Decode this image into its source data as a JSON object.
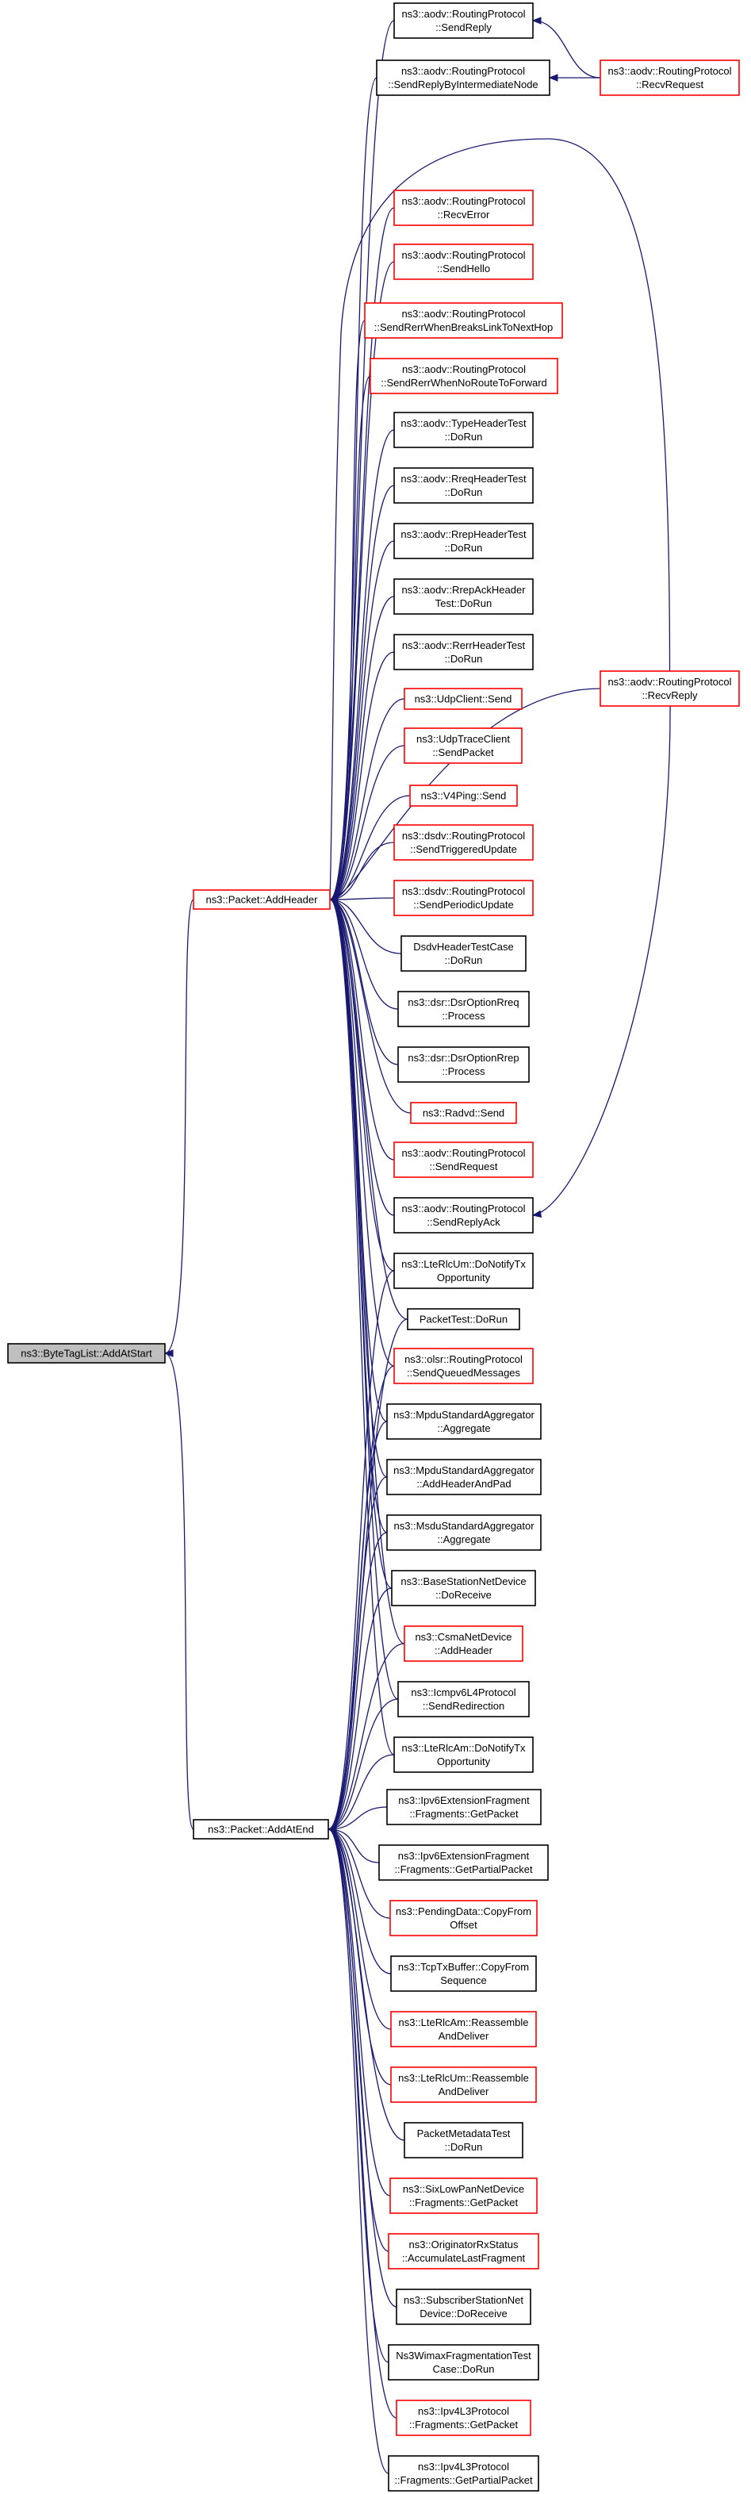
{
  "colors": {
    "node_black": "#000000",
    "node_red": "#ff0000",
    "root_fill": "#bfbfbf",
    "edge": "#191970"
  },
  "nodes": [
    {
      "id": "root",
      "lines": [
        "ns3::ByteTagList::AddAtStart"
      ],
      "border": "gray"
    },
    {
      "id": "addheader",
      "lines": [
        "ns3::Packet::AddHeader"
      ],
      "border": "red"
    },
    {
      "id": "addatend",
      "lines": [
        "ns3::Packet::AddAtEnd"
      ],
      "border": "black"
    },
    {
      "id": "sendreply",
      "lines": [
        "ns3::aodv::RoutingProtocol",
        "::SendReply"
      ],
      "border": "black"
    },
    {
      "id": "sendreplyintermediate",
      "lines": [
        "ns3::aodv::RoutingProtocol",
        "::SendReplyByIntermediateNode"
      ],
      "border": "black"
    },
    {
      "id": "recvrequest",
      "lines": [
        "ns3::aodv::RoutingProtocol",
        "::RecvRequest"
      ],
      "border": "red"
    },
    {
      "id": "recverror",
      "lines": [
        "ns3::aodv::RoutingProtocol",
        "::RecvError"
      ],
      "border": "red"
    },
    {
      "id": "sendhello",
      "lines": [
        "ns3::aodv::RoutingProtocol",
        "::SendHello"
      ],
      "border": "red"
    },
    {
      "id": "sendrerrbreaks",
      "lines": [
        "ns3::aodv::RoutingProtocol",
        "::SendRerrWhenBreaksLinkToNextHop"
      ],
      "border": "red"
    },
    {
      "id": "sendrerrnoroute",
      "lines": [
        "ns3::aodv::RoutingProtocol",
        "::SendRerrWhenNoRouteToForward"
      ],
      "border": "red"
    },
    {
      "id": "typeheadertest",
      "lines": [
        "ns3::aodv::TypeHeaderTest",
        "::DoRun"
      ],
      "border": "black"
    },
    {
      "id": "rreqheadertest",
      "lines": [
        "ns3::aodv::RreqHeaderTest",
        "::DoRun"
      ],
      "border": "black"
    },
    {
      "id": "rrepheadertest",
      "lines": [
        "ns3::aodv::RrepHeaderTest",
        "::DoRun"
      ],
      "border": "black"
    },
    {
      "id": "rrepackheadertest",
      "lines": [
        "ns3::aodv::RrepAckHeader",
        "Test::DoRun"
      ],
      "border": "black"
    },
    {
      "id": "rerrheadertest",
      "lines": [
        "ns3::aodv::RerrHeaderTest",
        "::DoRun"
      ],
      "border": "black"
    },
    {
      "id": "udpclientsend",
      "lines": [
        "ns3::UdpClient::Send"
      ],
      "border": "red"
    },
    {
      "id": "udptraceclient",
      "lines": [
        "ns3::UdpTraceClient",
        "::SendPacket"
      ],
      "border": "red"
    },
    {
      "id": "v4pingsend",
      "lines": [
        "ns3::V4Ping::Send"
      ],
      "border": "red"
    },
    {
      "id": "dsdvtriggered",
      "lines": [
        "ns3::dsdv::RoutingProtocol",
        "::SendTriggeredUpdate"
      ],
      "border": "red"
    },
    {
      "id": "dsdvperiodic",
      "lines": [
        "ns3::dsdv::RoutingProtocol",
        "::SendPeriodicUpdate"
      ],
      "border": "red"
    },
    {
      "id": "dsdvheadertest",
      "lines": [
        "DsdvHeaderTestCase",
        "::DoRun"
      ],
      "border": "black"
    },
    {
      "id": "dsroptionrreq",
      "lines": [
        "ns3::dsr::DsrOptionRreq",
        "::Process"
      ],
      "border": "black"
    },
    {
      "id": "dsroptionrrep",
      "lines": [
        "ns3::dsr::DsrOptionRrep",
        "::Process"
      ],
      "border": "black"
    },
    {
      "id": "radvdsend",
      "lines": [
        "ns3::Radvd::Send"
      ],
      "border": "red"
    },
    {
      "id": "sendrequest",
      "lines": [
        "ns3::aodv::RoutingProtocol",
        "::SendRequest"
      ],
      "border": "red"
    },
    {
      "id": "sendreplyack",
      "lines": [
        "ns3::aodv::RoutingProtocol",
        "::SendReplyAck"
      ],
      "border": "black"
    },
    {
      "id": "recvreply",
      "lines": [
        "ns3::aodv::RoutingProtocol",
        "::RecvReply"
      ],
      "border": "red"
    },
    {
      "id": "lterlcumnotify",
      "lines": [
        "ns3::LteRlcUm::DoNotifyTx",
        "Opportunity"
      ],
      "border": "black"
    },
    {
      "id": "packettest",
      "lines": [
        "PacketTest::DoRun"
      ],
      "border": "black"
    },
    {
      "id": "olsrsendqueued",
      "lines": [
        "ns3::olsr::RoutingProtocol",
        "::SendQueuedMessages"
      ],
      "border": "red"
    },
    {
      "id": "mpduaggregate",
      "lines": [
        "ns3::MpduStandardAggregator",
        "::Aggregate"
      ],
      "border": "black"
    },
    {
      "id": "mpduaddheaderpad",
      "lines": [
        "ns3::MpduStandardAggregator",
        "::AddHeaderAndPad"
      ],
      "border": "black"
    },
    {
      "id": "msduaggregate",
      "lines": [
        "ns3::MsduStandardAggregator",
        "::Aggregate"
      ],
      "border": "black"
    },
    {
      "id": "basestationreceive",
      "lines": [
        "ns3::BaseStationNetDevice",
        "::DoReceive"
      ],
      "border": "black"
    },
    {
      "id": "csmaaddheader",
      "lines": [
        "ns3::CsmaNetDevice",
        "::AddHeader"
      ],
      "border": "red"
    },
    {
      "id": "icmpv6redirect",
      "lines": [
        "ns3::Icmpv6L4Protocol",
        "::SendRedirection"
      ],
      "border": "black"
    },
    {
      "id": "lterlcamnotify",
      "lines": [
        "ns3::LteRlcAm::DoNotifyTx",
        "Opportunity"
      ],
      "border": "black"
    },
    {
      "id": "ipv6fraggetpacket",
      "lines": [
        "ns3::Ipv6ExtensionFragment",
        "::Fragments::GetPacket"
      ],
      "border": "black"
    },
    {
      "id": "ipv6fraggetpartial",
      "lines": [
        "ns3::Ipv6ExtensionFragment",
        "::Fragments::GetPartialPacket"
      ],
      "border": "black"
    },
    {
      "id": "pendingdatacopy",
      "lines": [
        "ns3::PendingData::CopyFrom",
        "Offset"
      ],
      "border": "red"
    },
    {
      "id": "tcptxbuffercopy",
      "lines": [
        "ns3::TcpTxBuffer::CopyFrom",
        "Sequence"
      ],
      "border": "black"
    },
    {
      "id": "lterlcamreassemble",
      "lines": [
        "ns3::LteRlcAm::Reassemble",
        "AndDeliver"
      ],
      "border": "red"
    },
    {
      "id": "lterlcumreassemble",
      "lines": [
        "ns3::LteRlcUm::Reassemble",
        "AndDeliver"
      ],
      "border": "red"
    },
    {
      "id": "packetmetadatatest",
      "lines": [
        "PacketMetadataTest",
        "::DoRun"
      ],
      "border": "black"
    },
    {
      "id": "sixlowpangetpacket",
      "lines": [
        "ns3::SixLowPanNetDevice",
        "::Fragments::GetPacket"
      ],
      "border": "red"
    },
    {
      "id": "originatorrxstatus",
      "lines": [
        "ns3::OriginatorRxStatus",
        "::AccumulateLastFragment"
      ],
      "border": "red"
    },
    {
      "id": "subscriberreceive",
      "lines": [
        "ns3::SubscriberStationNet",
        "Device::DoReceive"
      ],
      "border": "black"
    },
    {
      "id": "wimaxfragtest",
      "lines": [
        "Ns3WimaxFragmentationTest",
        "Case::DoRun"
      ],
      "border": "black"
    },
    {
      "id": "ipv4l3getpacket",
      "lines": [
        "ns3::Ipv4L3Protocol",
        "::Fragments::GetPacket"
      ],
      "border": "red"
    },
    {
      "id": "ipv4l3getpartial",
      "lines": [
        "ns3::Ipv4L3Protocol",
        "::Fragments::GetPartialPacket"
      ],
      "border": "black"
    }
  ],
  "edges": [
    {
      "from": "addheader",
      "to": "root"
    },
    {
      "from": "addatend",
      "to": "root"
    },
    {
      "from": "sendreply",
      "to": "addheader"
    },
    {
      "from": "sendreplyintermediate",
      "to": "addheader"
    },
    {
      "from": "recvreply",
      "to": "addheader"
    },
    {
      "from": "recverror",
      "to": "addheader"
    },
    {
      "from": "sendhello",
      "to": "addheader"
    },
    {
      "from": "sendrerrbreaks",
      "to": "addheader"
    },
    {
      "from": "sendrerrnoroute",
      "to": "addheader"
    },
    {
      "from": "typeheadertest",
      "to": "addheader"
    },
    {
      "from": "rreqheadertest",
      "to": "addheader"
    },
    {
      "from": "rrepheadertest",
      "to": "addheader"
    },
    {
      "from": "rrepackheadertest",
      "to": "addheader"
    },
    {
      "from": "rerrheadertest",
      "to": "addheader"
    },
    {
      "from": "udpclientsend",
      "to": "addheader"
    },
    {
      "from": "udptraceclient",
      "to": "addheader"
    },
    {
      "from": "v4pingsend",
      "to": "addheader"
    },
    {
      "from": "dsdvtriggered",
      "to": "addheader"
    },
    {
      "from": "dsdvperiodic",
      "to": "addheader"
    },
    {
      "from": "dsdvheadertest",
      "to": "addheader"
    },
    {
      "from": "dsroptionrreq",
      "to": "addheader"
    },
    {
      "from": "dsroptionrrep",
      "to": "addheader"
    },
    {
      "from": "radvdsend",
      "to": "addheader"
    },
    {
      "from": "sendrequest",
      "to": "addheader"
    },
    {
      "from": "sendreplyack",
      "to": "addheader"
    },
    {
      "from": "lterlcumnotify",
      "to": "addheader"
    },
    {
      "from": "packettest",
      "to": "addheader"
    },
    {
      "from": "olsrsendqueued",
      "to": "addheader"
    },
    {
      "from": "mpduaggregate",
      "to": "addheader"
    },
    {
      "from": "mpduaddheaderpad",
      "to": "addheader"
    },
    {
      "from": "msduaggregate",
      "to": "addheader"
    },
    {
      "from": "basestationreceive",
      "to": "addheader"
    },
    {
      "from": "csmaaddheader",
      "to": "addheader"
    },
    {
      "from": "icmpv6redirect",
      "to": "addheader"
    },
    {
      "from": "lterlcamnotify",
      "to": "addheader"
    },
    {
      "from": "recvrequest",
      "to": "sendreply"
    },
    {
      "from": "recvrequest",
      "to": "sendreplyintermediate"
    },
    {
      "from": "recvreply",
      "to": "sendreplyack"
    },
    {
      "from": "lterlcumnotify",
      "to": "addatend"
    },
    {
      "from": "packettest",
      "to": "addatend"
    },
    {
      "from": "olsrsendqueued",
      "to": "addatend"
    },
    {
      "from": "mpduaggregate",
      "to": "addatend"
    },
    {
      "from": "mpduaddheaderpad",
      "to": "addatend"
    },
    {
      "from": "msduaggregate",
      "to": "addatend"
    },
    {
      "from": "basestationreceive",
      "to": "addatend"
    },
    {
      "from": "csmaaddheader",
      "to": "addatend"
    },
    {
      "from": "icmpv6redirect",
      "to": "addatend"
    },
    {
      "from": "lterlcamnotify",
      "to": "addatend"
    },
    {
      "from": "ipv6fraggetpacket",
      "to": "addatend"
    },
    {
      "from": "ipv6fraggetpartial",
      "to": "addatend"
    },
    {
      "from": "pendingdatacopy",
      "to": "addatend"
    },
    {
      "from": "tcptxbuffercopy",
      "to": "addatend"
    },
    {
      "from": "lterlcamreassemble",
      "to": "addatend"
    },
    {
      "from": "lterlcumreassemble",
      "to": "addatend"
    },
    {
      "from": "packetmetadatatest",
      "to": "addatend"
    },
    {
      "from": "sixlowpangetpacket",
      "to": "addatend"
    },
    {
      "from": "originatorrxstatus",
      "to": "addatend"
    },
    {
      "from": "subscriberreceive",
      "to": "addatend"
    },
    {
      "from": "wimaxfragtest",
      "to": "addatend"
    },
    {
      "from": "ipv4l3getpacket",
      "to": "addatend"
    },
    {
      "from": "ipv4l3getpartial",
      "to": "addatend"
    }
  ]
}
